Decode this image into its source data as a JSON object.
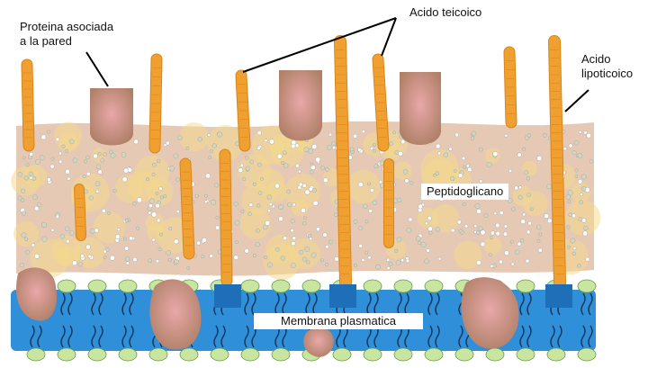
{
  "labels": {
    "wall_protein": "Proteina asociada\na la pared",
    "teichoic_acid": "Acido teicoico",
    "lipoteichoic_acid": "Acido\nlipoticoico",
    "peptidoglycan": "Peptidoglicano",
    "plasma_membrane": "Membrana plasmatica"
  },
  "colors": {
    "peptidoglycan_layer": "#e6c9b4",
    "peptidoglycan_speckle": "#f3d98a",
    "membrane": "#2f8fd9",
    "membrane_head": "#c9e6a0",
    "teichoic_rod": "#f0a030",
    "protein": "#b8826a",
    "leader_line": "#000000"
  }
}
